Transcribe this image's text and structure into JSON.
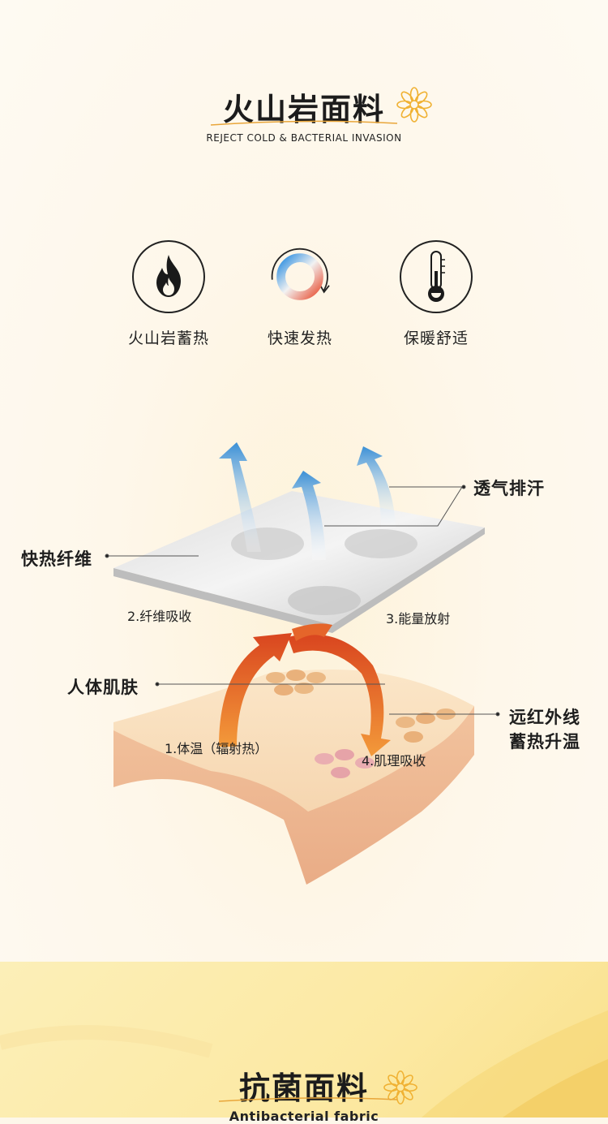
{
  "section1": {
    "title": "火山岩面料",
    "subtitle": "REJECT COLD & BACTERIAL INVASION",
    "flower_icon": "flower-icon"
  },
  "features": [
    {
      "label": "火山岩蓄热",
      "icon": "flame-icon"
    },
    {
      "label": "快速发热",
      "icon": "heat-cycle-icon"
    },
    {
      "label": "保暖舒适",
      "icon": "thermometer-icon"
    }
  ],
  "diagram": {
    "breathable": "透气排汗",
    "fast_heat_fiber": "快热纤维",
    "fiber_absorb": "2.纤维吸收",
    "energy_radiate": "3.能量放射",
    "skin": "人体肌肤",
    "far_infrared_line1": "远红外线",
    "far_infrared_line2": "蓄热升温",
    "body_temp": "1.体温（辐射热）",
    "muscle_absorb": "4.肌理吸收"
  },
  "section2": {
    "title": "抗菌面料",
    "subtitle": "Antibacterial fabric"
  },
  "colors": {
    "background": "#fdf7ea",
    "accent_orange": "#e8672a",
    "arrow_blue": "#3a8fd6",
    "skin": "#f3c9a4",
    "bottom_yellow": "#fce9a3"
  }
}
